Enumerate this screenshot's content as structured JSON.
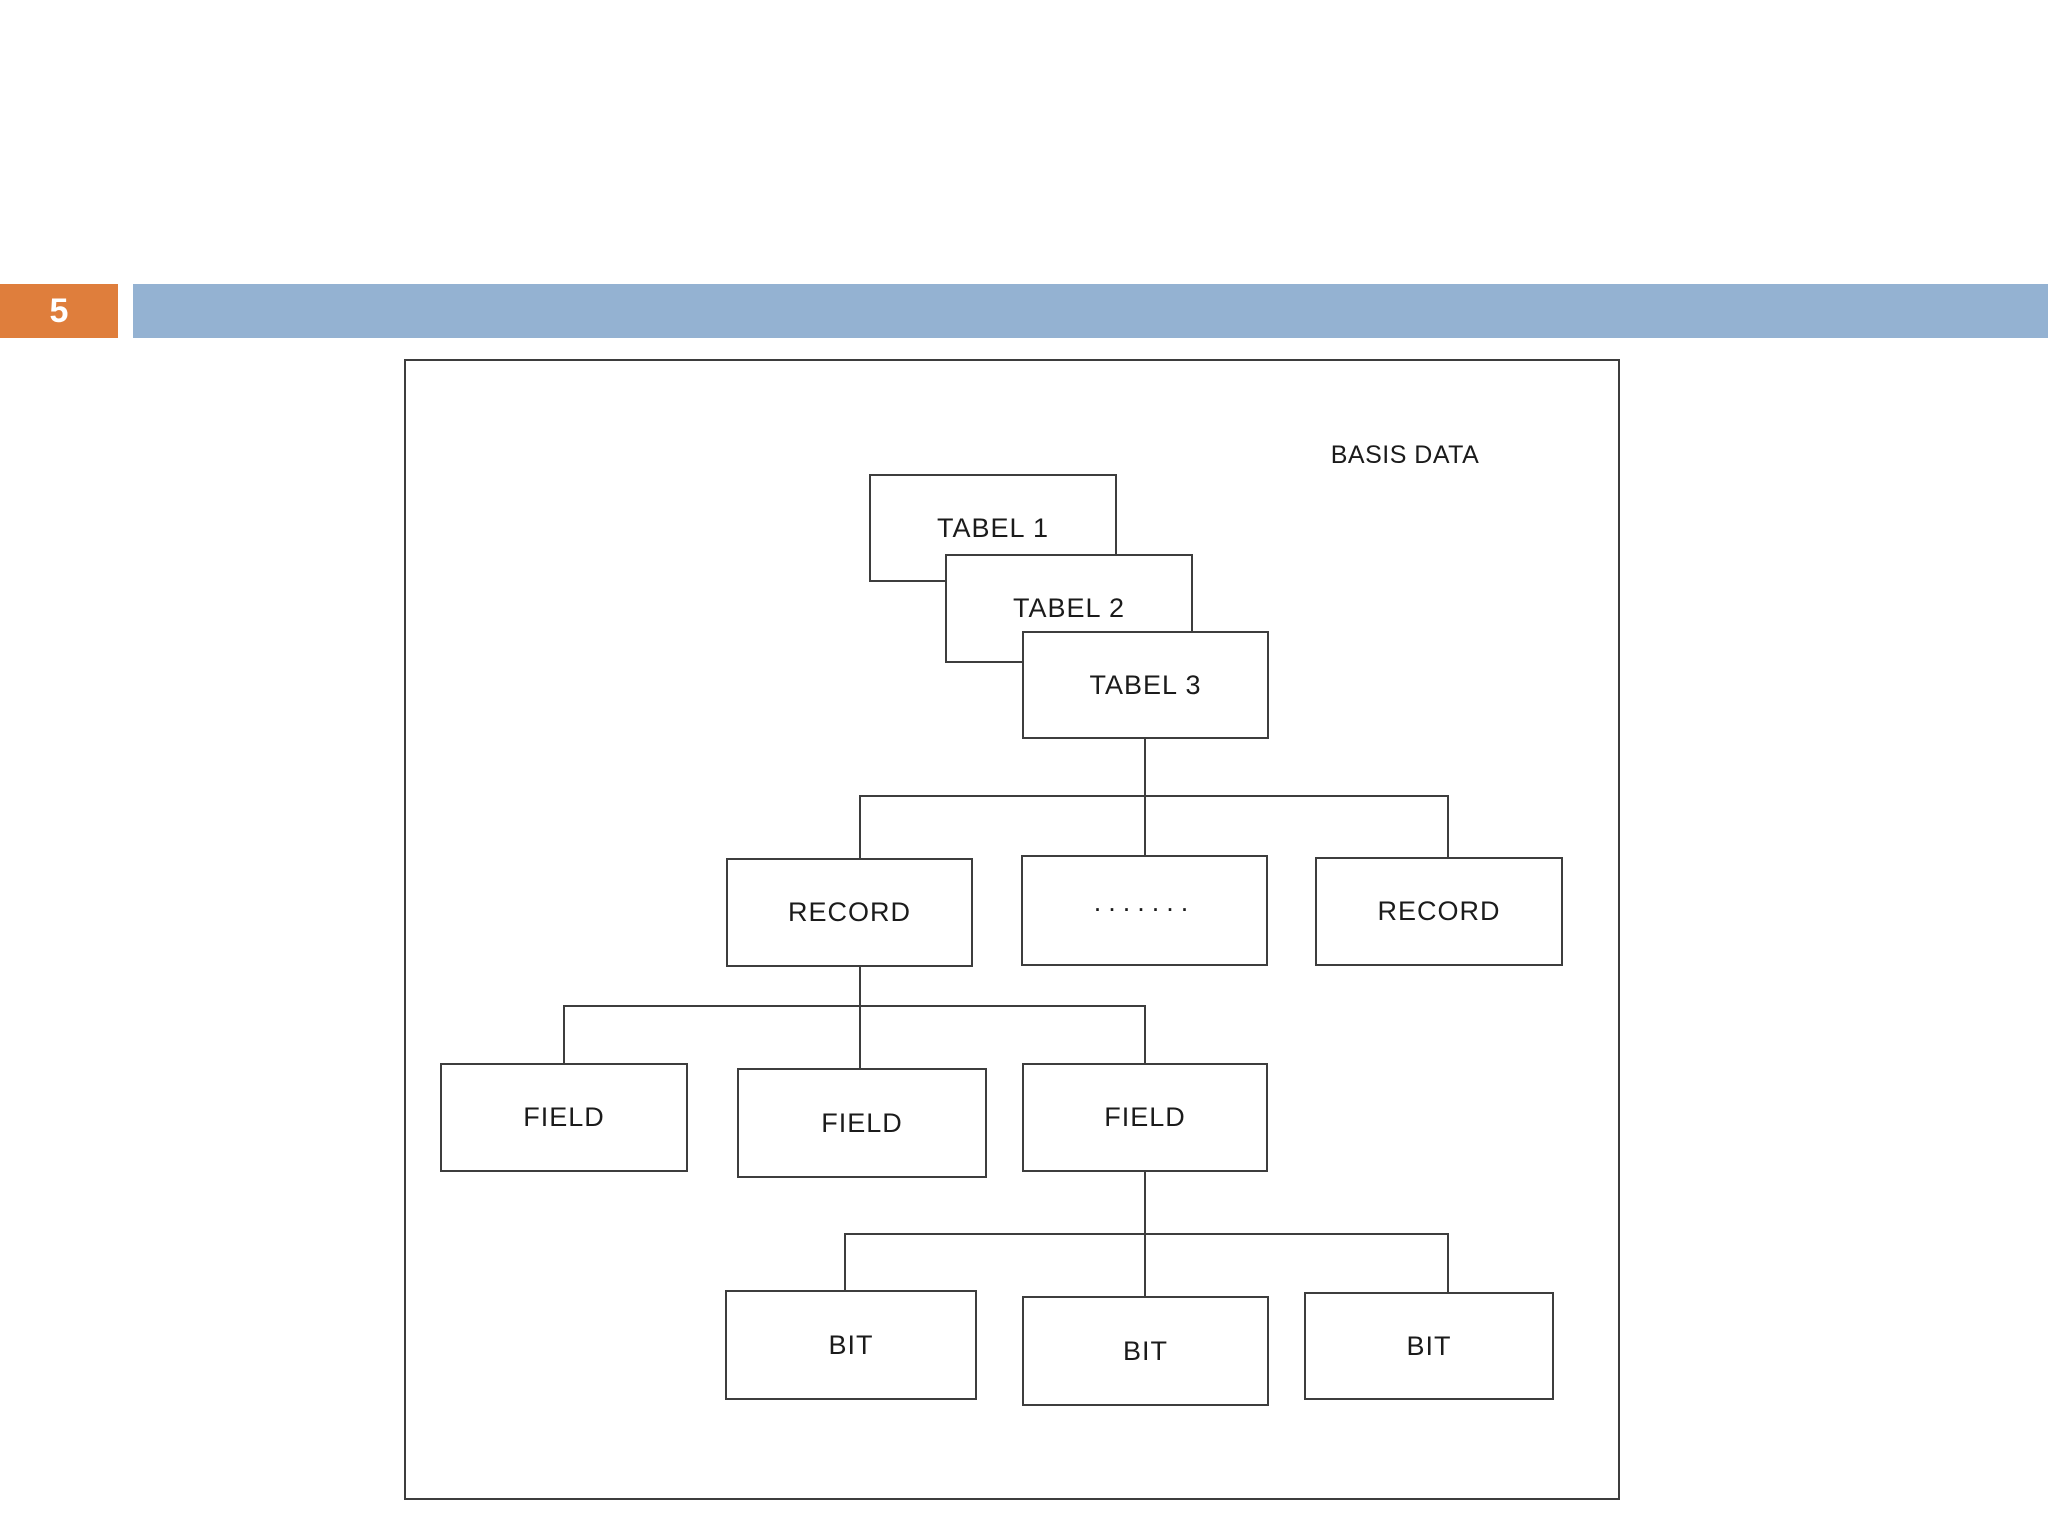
{
  "slide": {
    "page_number": "5",
    "colors": {
      "page_badge_orange": "#df7e3c",
      "header_bar_blue": "#94b2d2",
      "line_color": "#3d3d3d"
    }
  },
  "diagram": {
    "title": "BASIS DATA",
    "tables": [
      {
        "label": "TABEL 1"
      },
      {
        "label": "TABEL 2"
      },
      {
        "label": "TABEL 3"
      }
    ],
    "records": [
      {
        "label": "RECORD"
      },
      {
        "label": "......."
      },
      {
        "label": "RECORD"
      }
    ],
    "fields": [
      {
        "label": "FIELD"
      },
      {
        "label": "FIELD"
      },
      {
        "label": "FIELD"
      }
    ],
    "bits": [
      {
        "label": "BIT"
      },
      {
        "label": "BIT"
      },
      {
        "label": "BIT"
      }
    ]
  }
}
